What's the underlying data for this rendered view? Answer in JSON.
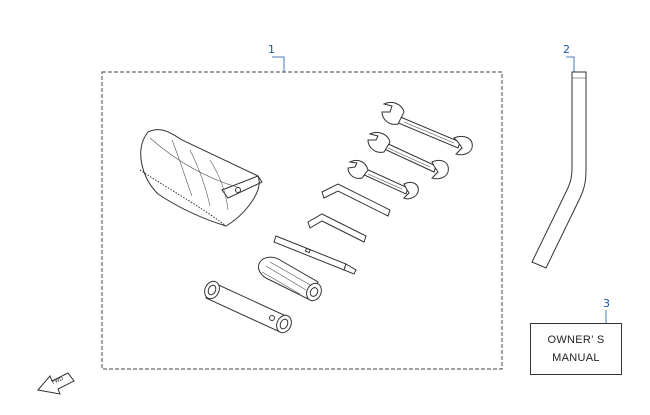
{
  "callouts": [
    {
      "id": "1"
    },
    {
      "id": "2"
    },
    {
      "id": "3"
    }
  ],
  "manual": {
    "line1": "OWNER’ S",
    "line2": "MANUAL"
  },
  "direction_icon": {
    "label": "FWD",
    "icon": "forward-arrow-icon"
  }
}
